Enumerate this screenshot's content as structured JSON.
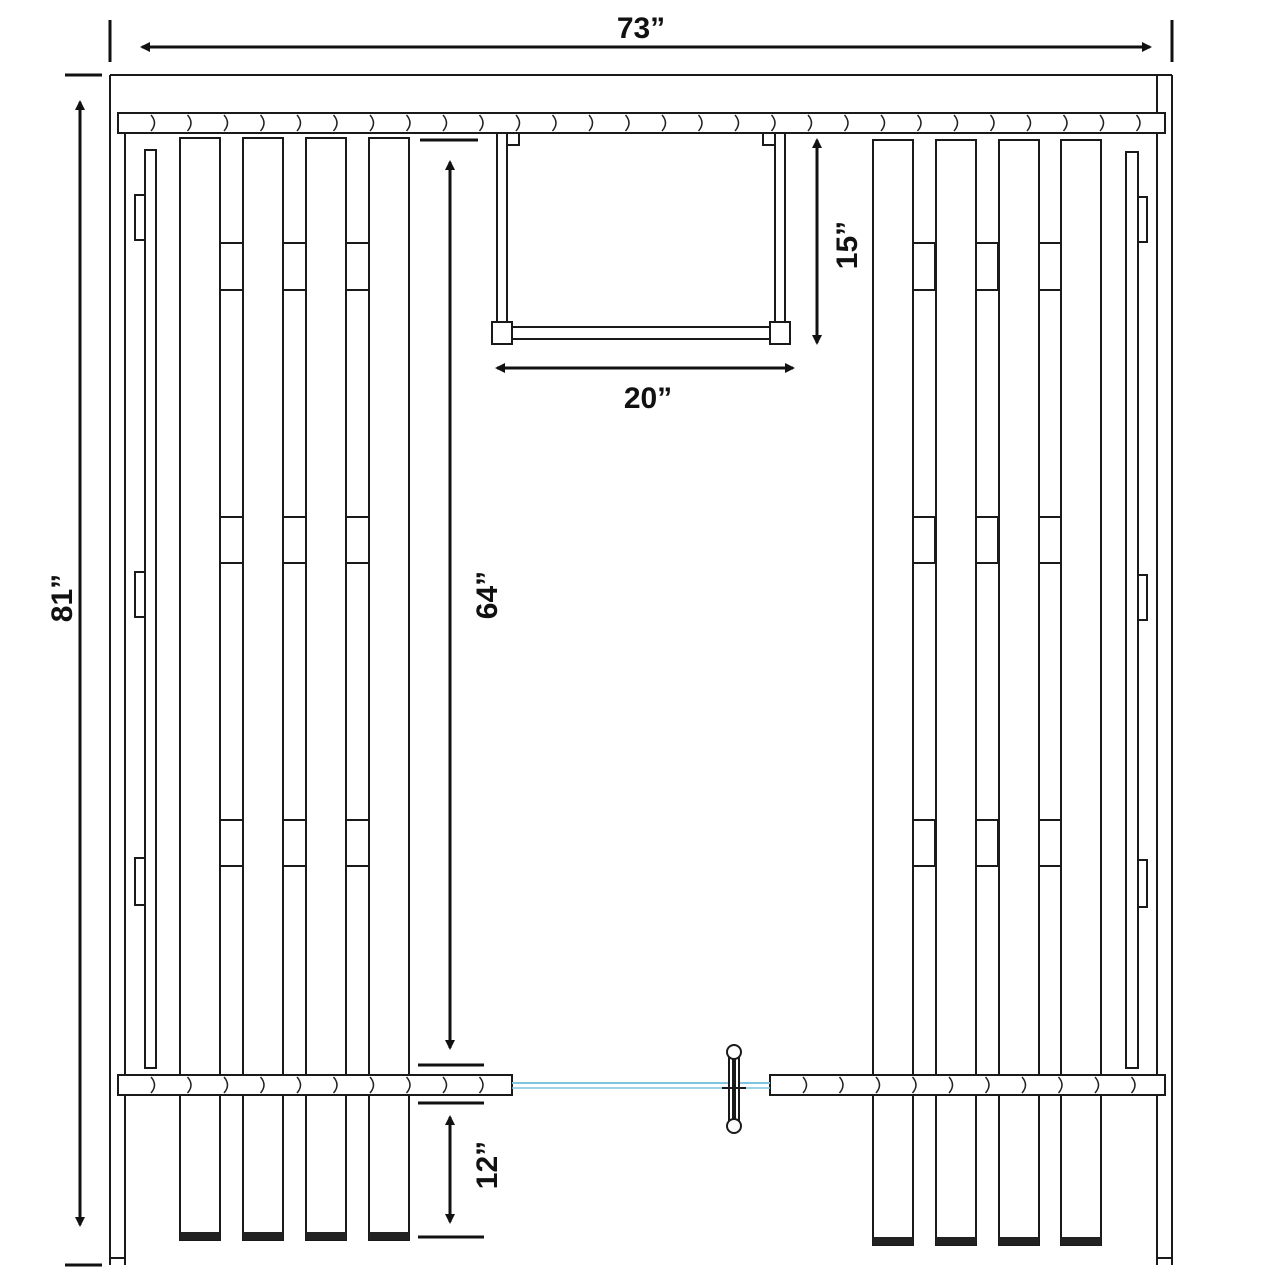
{
  "dimensions": {
    "width": "73”",
    "height": "81”",
    "bench_height": "64”",
    "window_height": "15”",
    "window_width": "20”",
    "base_height": "12”"
  },
  "colors": {
    "line": "#1a1a1a",
    "glass": "#7fc4e0"
  }
}
